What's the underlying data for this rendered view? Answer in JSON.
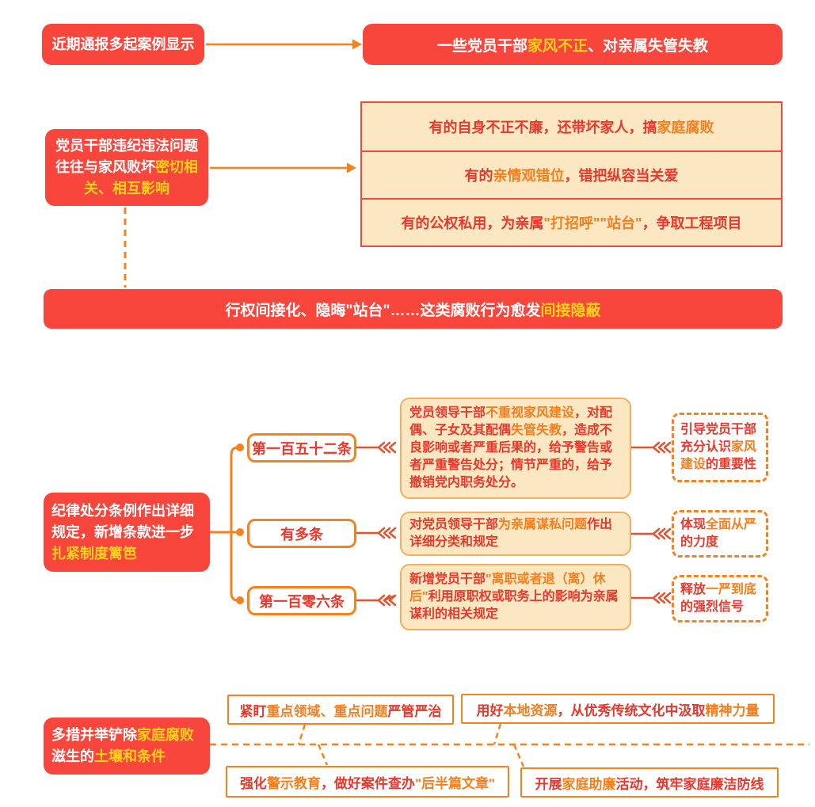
{
  "palette": {
    "box_red": "#F8463C",
    "highlight_yellow": "#FFD21E",
    "highlight_orange": "#F57E1E",
    "text_red": "#E7382D",
    "panel_cream": "#FBE8C2",
    "panel_border_red": "#EE4B3C",
    "round_border": "#F3AE62",
    "connector_orange": "#F5821F",
    "connector_red_orange": "#E3532E"
  },
  "section1": {
    "source": [
      {
        "t": "近期通报多起案例显示"
      }
    ],
    "result": [
      {
        "t": "一些党员干部"
      },
      {
        "t": "家风不正",
        "hl": true
      },
      {
        "t": "、对亲属失管失教"
      }
    ]
  },
  "section2": {
    "source": [
      {
        "t": "党员干部违纪违法问题往往与家风败坏"
      },
      {
        "t": "密切相关、相互影响",
        "hl": true
      }
    ],
    "examples": [
      [
        {
          "t": "有的自身不正不廉，还带坏家人，搞"
        },
        {
          "t": "家庭腐败",
          "hl": true
        }
      ],
      [
        {
          "t": "有的"
        },
        {
          "t": "亲情观错位",
          "hl": true
        },
        {
          "t": "，错把纵容当关爱"
        }
      ],
      [
        {
          "t": "有的公权私用，为亲属"
        },
        {
          "t": "\"打招呼\"\"站台\"",
          "hl": true
        },
        {
          "t": "，争取工程项目"
        }
      ]
    ],
    "conclusion": [
      {
        "t": "行权间接化、隐晦\"站台\"……这类腐败行为愈发"
      },
      {
        "t": "间接隐蔽",
        "hl": true
      }
    ]
  },
  "section3": {
    "source": [
      {
        "t": "纪律处分条例作出详细规定，新增条款进一步"
      },
      {
        "t": "扎紧制度篱笆",
        "hl": true
      }
    ],
    "rows": [
      {
        "clause": [
          {
            "t": "第一百五十二条"
          }
        ],
        "detail": [
          {
            "t": "党员领导干部"
          },
          {
            "t": "不重视家风建设",
            "hl": true
          },
          {
            "t": "，对配偶、子女及其配偶"
          },
          {
            "t": "失管失教",
            "hl": true
          },
          {
            "t": "，造成不良影响或者严重后果的，给予警告或者严重警告处分；情节严重的，给予撤销党内职务处分。"
          }
        ],
        "effect": [
          {
            "t": "引导党员干部充分认识"
          },
          {
            "t": "家风建设",
            "hl": true
          },
          {
            "t": "的重要性"
          }
        ]
      },
      {
        "clause": [
          {
            "t": "有多条"
          }
        ],
        "detail": [
          {
            "t": "对党员领导干部"
          },
          {
            "t": "为亲属谋私问题",
            "hl": true
          },
          {
            "t": "作出详细分类和规定"
          }
        ],
        "effect": [
          {
            "t": "体现"
          },
          {
            "t": "全面从严",
            "hl": true
          },
          {
            "t": "的力度"
          }
        ]
      },
      {
        "clause": [
          {
            "t": "第一百零六条"
          }
        ],
        "detail": [
          {
            "t": "新增党员干部"
          },
          {
            "t": "\"离职或者退（离）休后\"",
            "hl": true
          },
          {
            "t": "利用原职权或职务上的影响为亲属谋利的相关规定"
          }
        ],
        "effect": [
          {
            "t": "释放"
          },
          {
            "t": "一严到底",
            "hl": true
          },
          {
            "t": "的强烈信号"
          }
        ]
      }
    ]
  },
  "section4": {
    "source": [
      {
        "t": "多措并举铲除"
      },
      {
        "t": "家庭腐败",
        "hl": true
      },
      {
        "t": "滋生的"
      },
      {
        "t": "土壤和条件",
        "hl": true
      }
    ],
    "measures": [
      [
        {
          "t": "紧盯"
        },
        {
          "t": "重点领域、重点问题",
          "hl": true
        },
        {
          "t": "严管严治"
        }
      ],
      [
        {
          "t": "用好"
        },
        {
          "t": "本地资源",
          "hl": true
        },
        {
          "t": "，从优秀传统文化中汲取"
        },
        {
          "t": "精神力量",
          "hl": true
        }
      ],
      [
        {
          "t": "强化"
        },
        {
          "t": "警示教育",
          "hl": true
        },
        {
          "t": "，做好案件查办"
        },
        {
          "t": "\"后半篇文章\"",
          "hl": true
        }
      ],
      [
        {
          "t": "开展"
        },
        {
          "t": "家庭助廉",
          "hl": true
        },
        {
          "t": "活动，筑牢家庭廉洁防线"
        }
      ]
    ]
  }
}
